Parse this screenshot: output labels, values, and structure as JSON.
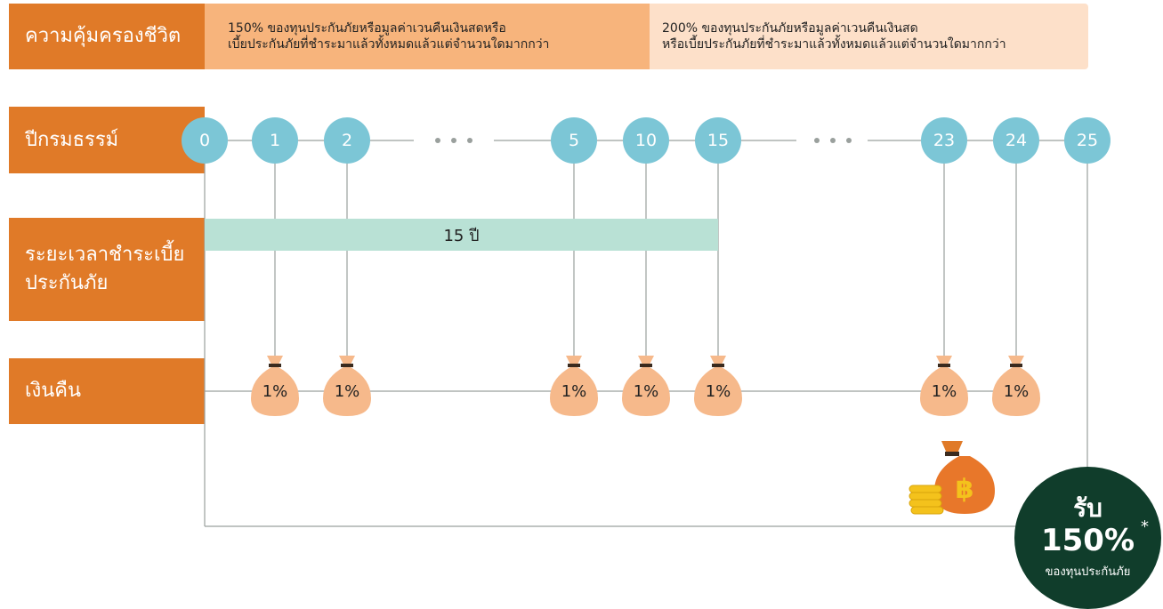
{
  "labels": {
    "coverage": "ความคุ้มครองชีวิต",
    "policy_year": "ปีกรมธรรม์",
    "premium_period": "ระยะเวลาชำระเบี้ยประกันภัย",
    "cash_back": "เงินคืน"
  },
  "coverage": {
    "phase1_line1": "150% ของทุนประกันภัยหรือมูลค่าเวนคืนเงินสดหรือ",
    "phase1_line2": "เบี้ยประกันภัยที่ชำระมาแล้วทั้งหมดแล้วแต่จำนวนใดมากกว่า",
    "phase2_line1": "200% ของทุนประกันภัยหรือมูลค่าเวนคืนเงินสด",
    "phase2_line2": "หรือเบี้ยประกันภัยที่ชำระมาแล้วทั้งหมดแล้วแต่จำนวนใดมากกว่า"
  },
  "years": [
    "0",
    "1",
    "2",
    "5",
    "10",
    "15",
    "23",
    "24",
    "25"
  ],
  "premium_bar": "15 ปี",
  "cash_back": {
    "value": "1%",
    "years": [
      "1",
      "2",
      "5",
      "10",
      "15",
      "23",
      "24"
    ]
  },
  "final": {
    "title": "รับ",
    "value": "150%",
    "marker": "*",
    "subtitle": "ของทุนประกันภัย"
  },
  "icons": [
    "money-bag-icon",
    "coin-stack-icon",
    "baht-icon"
  ],
  "colors": {
    "label_bg": "#e07a28",
    "phase1_bg": "#f7b47c",
    "phase2_bg": "#fde0c9",
    "year_circle": "#7cc6d6",
    "premium_bar": "#b9e1d5",
    "money_bag": "#f6b98b",
    "final_bg": "#103d2b"
  }
}
